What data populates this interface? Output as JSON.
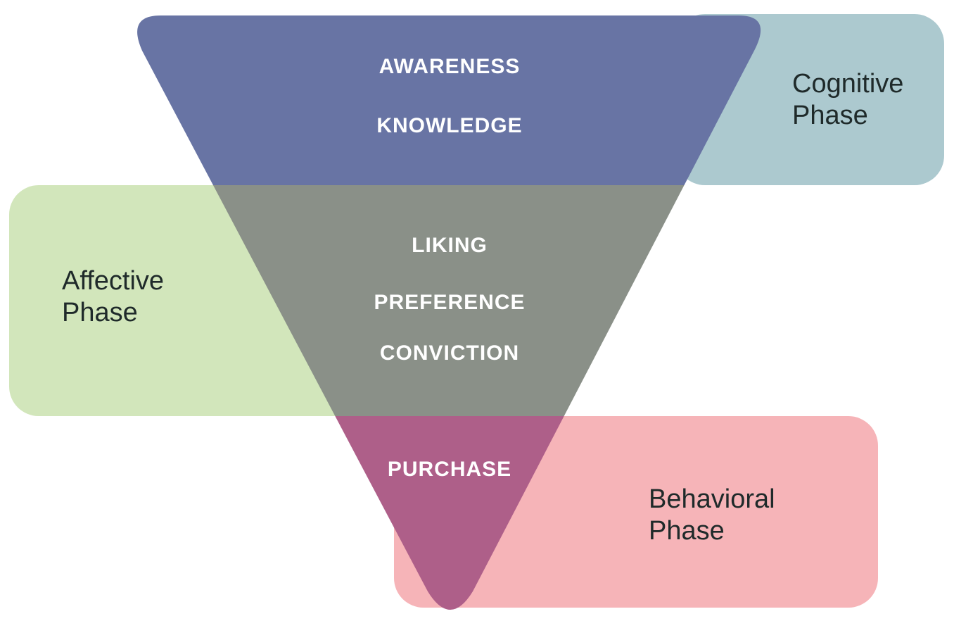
{
  "colors": {
    "cognitive_box": "#acc9cf",
    "affective_box": "#d2e6bb",
    "behavioral_box": "#f6b4b8",
    "funnel_cognitive": "#6874a4",
    "funnel_affective": "#8a9088",
    "funnel_behavioral": "#ae5f89"
  },
  "phases": {
    "cognitive": {
      "line1": "Cognitive",
      "line2": "Phase"
    },
    "affective": {
      "line1": "Affective",
      "line2": "Phase"
    },
    "behavioral": {
      "line1": "Behavioral",
      "line2": "Phase"
    }
  },
  "stages": {
    "awareness": "AWARENESS",
    "knowledge": "KNOWLEDGE",
    "liking": "LIKING",
    "preference": "PREFERENCE",
    "conviction": "CONVICTION",
    "purchase": "PURCHASE"
  }
}
